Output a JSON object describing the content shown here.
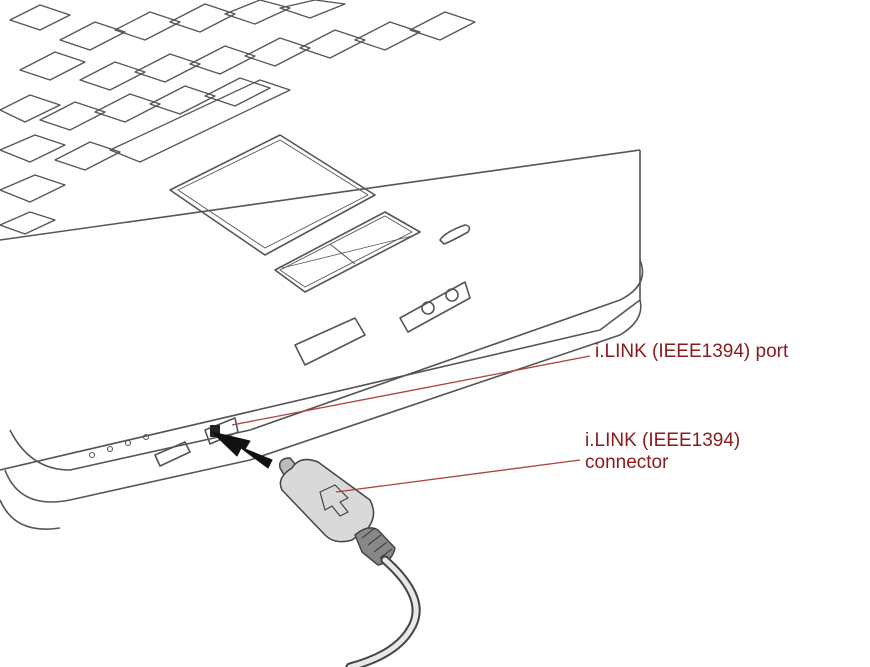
{
  "callouts": {
    "port": {
      "text": "i.LINK (IEEE1394) port"
    },
    "connector": {
      "line1": "i.LINK (IEEE1394)",
      "line2": "connector"
    }
  },
  "colors": {
    "label": "#8b1a1a",
    "leader": "#b04040",
    "outline": "#555555",
    "plug_body": "#d9d9d9",
    "arrow": "#111111",
    "background": "#ffffff"
  },
  "icons": [
    "laptop-illustration",
    "insert-arrow-icon",
    "connector-plug-icon"
  ]
}
